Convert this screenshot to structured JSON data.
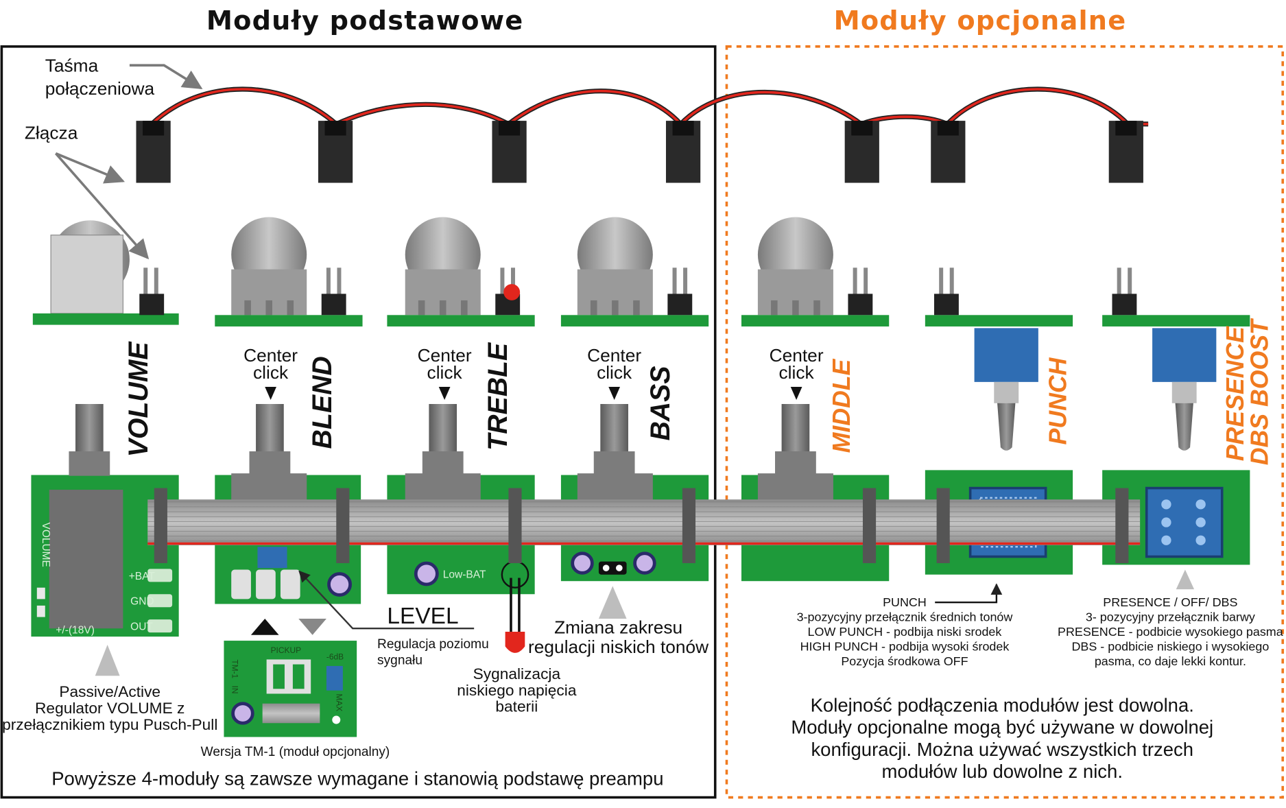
{
  "titles": {
    "basic": "Moduły podstawowe",
    "optional": "Moduły opcjonalne"
  },
  "callouts": {
    "tape_line1": "Taśma",
    "tape_line2": "połączeniowa",
    "connectors": "Złącza"
  },
  "center_click": {
    "line1": "Center",
    "line2": "click"
  },
  "knobs": {
    "volume": "VOLUME",
    "blend": "BLEND",
    "treble": "TREBLE",
    "bass": "BASS",
    "middle": "MIDDLE",
    "punch": "PUNCH",
    "presence_line1": "PRESENCE",
    "presence_line2": "DBS BOOST"
  },
  "pcb_labels": {
    "volume": "VOLUME",
    "bat": "+BAT",
    "gnd": "GND",
    "out": "OUT",
    "voltage": "+/-(18V)",
    "low_bat": "Low-BAT",
    "pickup": "PICKUP",
    "tm1": "TM-1",
    "in": "IN",
    "max": "MAX",
    "minus6db": "-6dB"
  },
  "annotations": {
    "level": "LEVEL",
    "level_desc_line1": "Regulacja poziomu",
    "level_desc_line2": "sygnału",
    "passive_line1": "Passive/Active",
    "passive_line2": "Regulator VOLUME z",
    "passive_line3": "przełącznikiem typu Pusch-Pull",
    "tm1_version": "Wersja TM-1 (moduł opcjonalny)",
    "battery_line1": "Sygnalizacja",
    "battery_line2": "niskiego napięcia",
    "battery_line3": "baterii",
    "bass_range_line1": "Zmiana zakresu",
    "bass_range_line2": "regulacji niskich tonów"
  },
  "punch_desc": [
    "PUNCH",
    "3-pozycyjny przełącznik średnich tonów",
    "LOW PUNCH - podbija niski srodek",
    "HIGH PUNCH - podbija wysoki środek",
    "Pozycja środkowa OFF"
  ],
  "presence_desc": [
    "PRESENCE / OFF/ DBS",
    "3- pozycyjny przełącznik barwy",
    "PRESENCE - podbicie wysokiego pasma",
    "DBS - podbicie niskiego i wysokiego",
    "pasma, co daje lekki kontur."
  ],
  "bottom_note_basic": "Powyższe 4-moduły są zawsze wymagane i stanowią podstawę preampu",
  "bottom_note_optional": [
    "Kolejność podłączenia modułów jest dowolna.",
    "Moduły opcjonalne mogą być używane w dowolnej",
    "konfiguracji. Można używać wszystkich trzech",
    "modułów  lub dowolne z nich."
  ],
  "colors": {
    "pcb": "#1e9a3a",
    "wire_red": "#e2261d",
    "optional_accent": "#f07a1f",
    "ribbon": "#a9a9a9",
    "switch_blue": "#2f6db3"
  }
}
